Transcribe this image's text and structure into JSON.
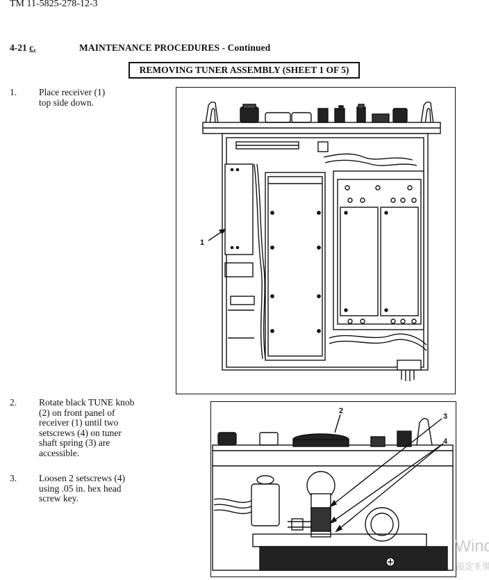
{
  "header": {
    "doc_number": "TM 11-5825-278-12-3"
  },
  "section": {
    "number": "4-21",
    "sub": "c.",
    "title": "MAINTENANCE PROCEDURES - Continued"
  },
  "procedure_title": "REMOVING TUNER ASSEMBLY (SHEET 1 OF 5)",
  "steps": [
    {
      "num": "1.",
      "text": "Place receiver (1)\ntop side down."
    },
    {
      "num": "2.",
      "text": "Rotate black TUNE knob\n(2) on front panel of\nreceiver (1) until two\nsetscrews (4) on tuner\nshaft spring (3) are\naccessible."
    },
    {
      "num": "3.",
      "text": "Loosen 2 setscrews (4)\nusing .05 in. hex head\nscrew key."
    }
  ],
  "figure1": {
    "callouts": [
      "1"
    ]
  },
  "figure2": {
    "callouts": [
      "2",
      "3",
      "4"
    ]
  },
  "watermark": {
    "line1": "Wind",
    "line2": "設定を開"
  }
}
